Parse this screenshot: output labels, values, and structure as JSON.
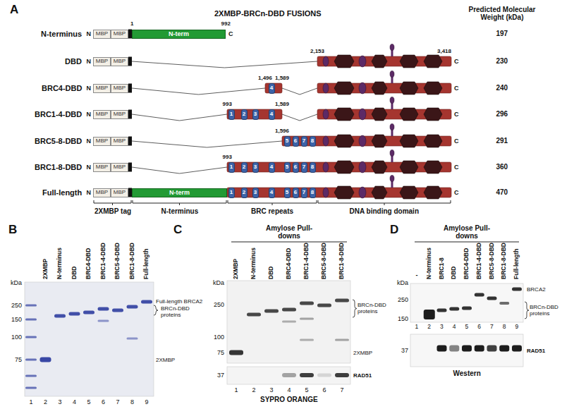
{
  "diagram": {
    "title": "2XMBP-BRCn-DBD FUSIONS",
    "nodes": [
      {
        "text": [
          "MBP"
        ]
      },
      {
        "text": [
          "MBP"
        ]
      },
      {
        "text": [
          "N-term"
        ]
      },
      {
        "text": [
          "MBP"
        ]
      },
      {
        "text": [
          "MBP"
        ]
      },
      {
        "text": [
          "MBP"
        ]
      },
      {
        "text": [
          "MBP"
        ]
      },
      {
        "text": [
          "4"
        ]
      },
      {
        "text": [
          "MBP"
        ]
      },
      {
        "text": [
          "MBP"
        ]
      },
      {
        "text": [
          "1"
        ]
      },
      {
        "text": [
          "2"
        ]
      },
      {
        "text": [
          "3"
        ]
      },
      {
        "text": [
          "4"
        ]
      },
      {
        "text": [
          "MBP"
        ]
      },
      {
        "text": [
          "MBP"
        ]
      },
      {
        "text": [
          "5"
        ]
      },
      {
        "text": [
          "6"
        ]
      },
      {
        "text": [
          "7"
        ]
      },
      {
        "text": [
          "8"
        ]
      },
      {
        "text": [
          "MBP"
        ]
      },
      {
        "text": [
          "MBP"
        ]
      },
      {
        "text": [
          "1"
        ]
      },
      {
        "text": [
          "2"
        ]
      },
      {
        "text": [
          "3"
        ]
      },
      {
        "text": [
          "4"
        ]
      },
      {
        "text": [
          "5"
        ]
      },
      {
        "text": [
          "6"
        ]
      },
      {
        "text": [
          "7"
        ]
      },
      {
        "text": [
          "8"
        ]
      },
      {
        "text": [
          "MBP"
        ]
      },
      {
        "text": [
          "MBP"
        ]
      },
      {
        "text": [
          "N-term"
        ]
      },
      {
        "text": [
          "1"
        ]
      },
      {
        "text": [
          "2"
        ]
      },
      {
        "text": [
          "3"
        ]
      },
      {
        "text": [
          "4"
        ]
      },
      {
        "text": [
          "5"
        ]
      },
      {
        "text": [
          "6"
        ]
      },
      {
        "text": [
          "7"
        ]
      },
      {
        "text": [
          "8"
        ]
      }
    ],
    "labels": [
      "A",
      "Predicted Molecular Weight (kDa)",
      "N-terminus",
      "N",
      "1",
      "992",
      "C",
      "197",
      "DBD",
      "N",
      "2,153",
      "3,418",
      "C",
      "230",
      "BRC4-DBD",
      "N",
      "1,496",
      "1,589",
      "C",
      "240",
      "BRC1-4-DBD",
      "N",
      "993",
      "1,589",
      "C",
      "296",
      "BRC5-8-DBD",
      "N",
      "1,596",
      "C",
      "291",
      "BRC1-8-DBD",
      "N",
      "993",
      "C",
      "360",
      "Full-length",
      "N",
      "C",
      "470",
      "2XMBP tag",
      "N-terminus",
      "BRC repeats",
      "DNA binding domain",
      "B",
      "2XMBP",
      "N-terminus",
      "DBD",
      "BRC4-DBD",
      "BRC1-4-DBD",
      "BRC5-8-DBD",
      "BRC1-8-DBD",
      "Full-length",
      "kDa",
      "250",
      "150",
      "100",
      "75",
      "Full-length BRCA2",
      "BRCn-DBD proteins",
      "2XMBP",
      "1",
      "2",
      "3",
      "4",
      "5",
      "6",
      "7",
      "8",
      "9",
      "C",
      "Amylose Pull-downs",
      "2XMBP",
      "N-terminus",
      "DBD",
      "BRC4-DBD",
      "BRC1-4-DBD",
      "BRC5-8-DBD",
      "BRC1-8-DBD",
      "kDa",
      "250",
      "100",
      "75",
      "37",
      "BRCn-DBD proteins",
      "2XMBP",
      "RAD51",
      "1",
      "2",
      "3",
      "4",
      "5",
      "6",
      "7",
      "SYPRO ORANGE",
      "D",
      "Amylose Pull-downs",
      "-",
      "N-terminus",
      "BRC1-8",
      "DBD",
      "BRC4-DBD",
      "BRC1-4-DBD",
      "BRC5-8-DBD",
      "BRC1-8-DBD",
      "Full-length",
      "kDa",
      "250",
      "150",
      "37",
      "BRCA2",
      "BRCn-DBD proteins",
      "RAD51",
      "1",
      "2",
      "3",
      "4",
      "5",
      "6",
      "7",
      "8",
      "9",
      "Western"
    ]
  }
}
